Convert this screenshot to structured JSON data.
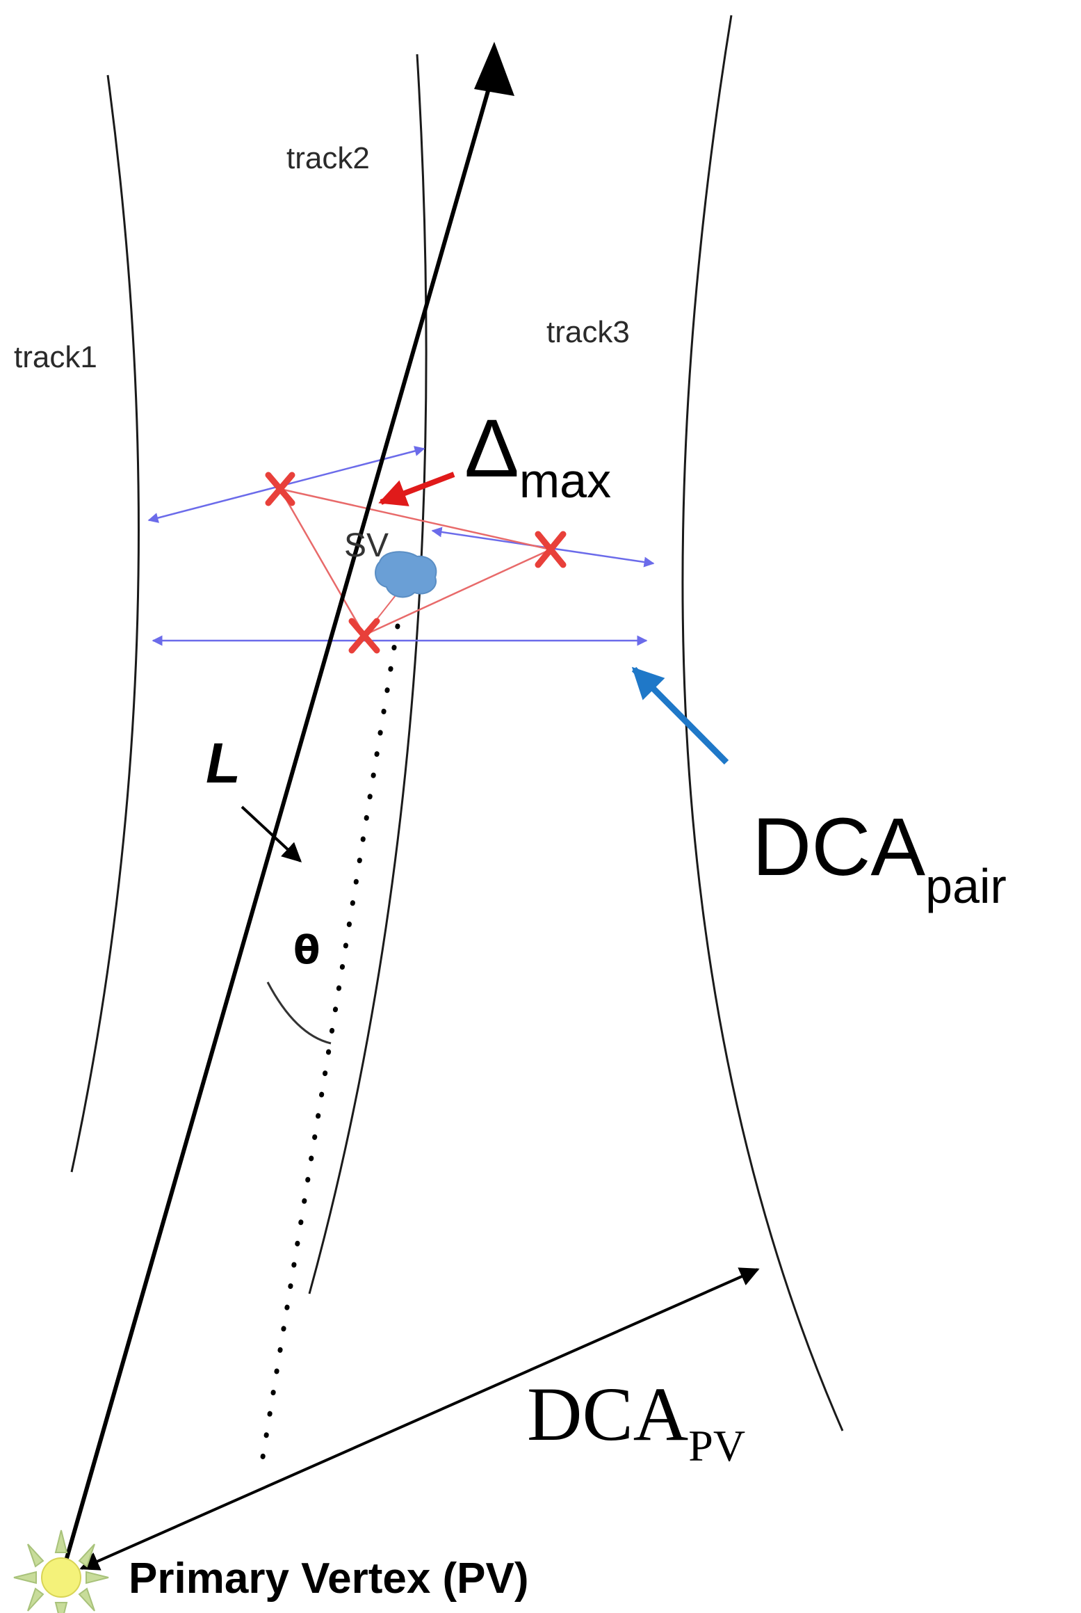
{
  "labels": {
    "track1": "track1",
    "track2": "track2",
    "track3": "track3",
    "sv": "SV",
    "delta_main": "Δ",
    "delta_sub": "max",
    "dca_pair_main": "DCA",
    "dca_pair_sub": "pair",
    "dca_pv_main": "DCA",
    "dca_pv_sub": "PV",
    "length": "L",
    "angle": "θ",
    "primary_vertex": "Primary Vertex (PV)"
  },
  "colors": {
    "track_line": "#1a1a1a",
    "flight_line": "#000000",
    "dca_pair_arrows": "#6b6bea",
    "delta_triangle": "#e86a6a",
    "vertex_markers": "#e8403a",
    "delta_pointer": "#e01a1a",
    "dca_pair_pointer": "#1f78c8",
    "secondary_vertex": "#6a9fd6",
    "primary_vertex_core": "#f4f27a",
    "primary_vertex_rays": "#c8dc9a"
  },
  "icons": {
    "primary_vertex": "sun-icon",
    "secondary_vertex": "blob-icon",
    "vertex_marker": "x-mark-icon"
  }
}
